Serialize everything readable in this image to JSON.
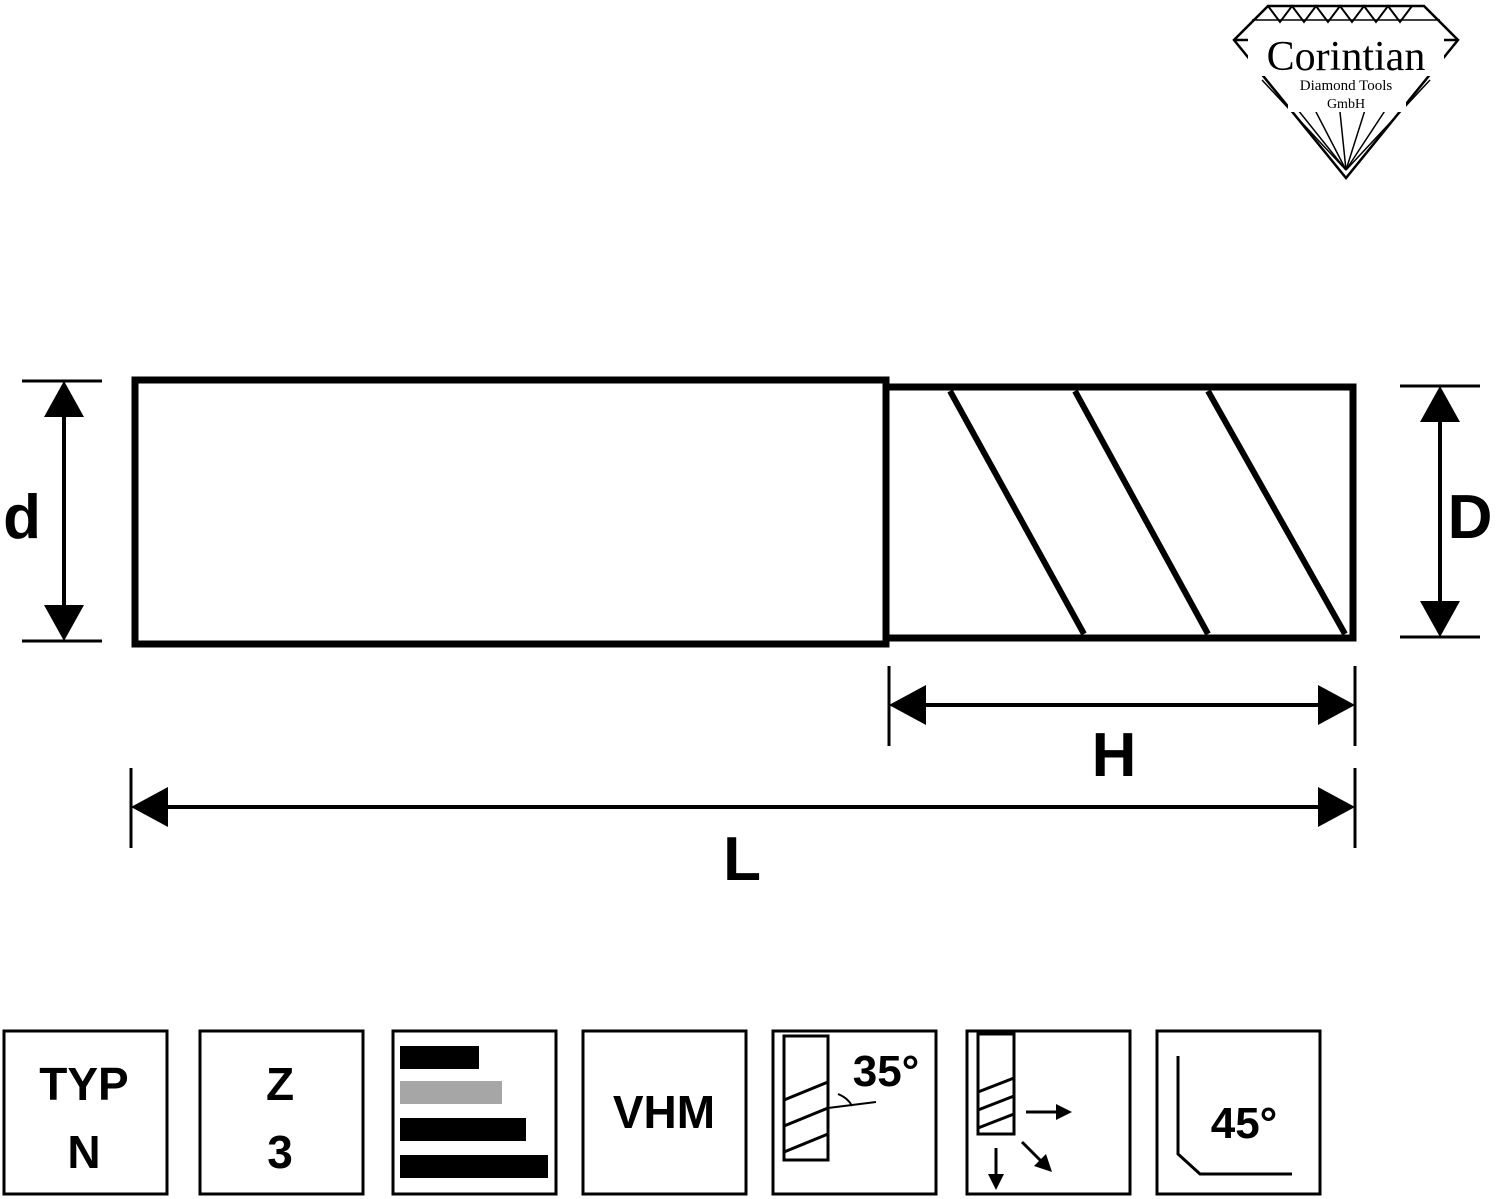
{
  "logo": {
    "company": "Corintian",
    "line1": "Diamond Tools",
    "line2": "GmbH"
  },
  "dimensions": {
    "shank_diameter": "d",
    "cutting_diameter": "D",
    "cutting_length": "H",
    "total_length": "L"
  },
  "icons": {
    "type": {
      "line1": "TYP",
      "line2": "N"
    },
    "flutes": {
      "line1": "Z",
      "line2": "3"
    },
    "material_bars": {
      "name": "material-suitability-bars-icon",
      "bar_colors": [
        "#000000",
        "#a6a6a6",
        "#000000",
        "#000000"
      ]
    },
    "material": {
      "label": "VHM"
    },
    "helix": {
      "angle": "35°"
    },
    "cutting_directions": {
      "name": "cutting-direction-arrows-icon"
    },
    "corner": {
      "angle": "45°"
    }
  }
}
